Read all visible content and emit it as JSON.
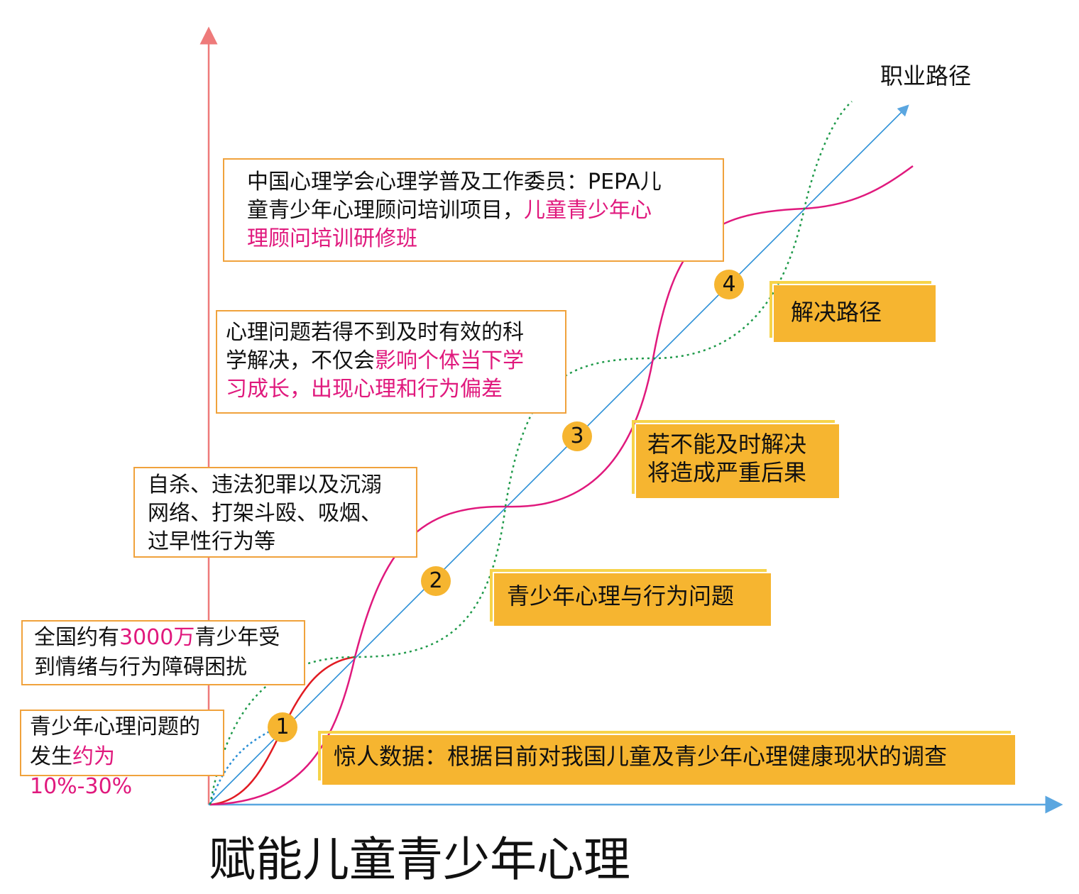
{
  "title": "赋能儿童青少年心理",
  "axis_label": "职业路径",
  "colors": {
    "pink": "#e0197d",
    "red": "#e11b22",
    "green": "#1f9a4a",
    "blue": "#2a8fd6",
    "orange": "#f0a23c",
    "yellow": "#f6b530"
  },
  "boxes": {
    "b1": {
      "line1": "青少年心理问题的",
      "line2a": "发生",
      "line2b": "约为10%-30%"
    },
    "b2": {
      "line1a": "全国约有",
      "line1b": "3000万",
      "line1c": "青少年受",
      "line2": "到情绪与行为障碍困扰"
    },
    "b3": {
      "line1": "自杀、违法犯罪以及沉溺",
      "line2": "网络、打架斗殴、吸烟、",
      "line3": "过早性行为等"
    },
    "b4": {
      "line1": "心理问题若得不到及时有效的科",
      "line2a": "学解决，不仅会",
      "line2b": "影响个体当下学",
      "line3": "习成长，出现心理和行为偏差"
    },
    "b5": {
      "line1": "中国心理学会心理学普及工作委员：PEPA儿",
      "line2a": "童青少年心理顾问培训项目，",
      "line2b": "儿童青少年心",
      "line3": "理顾问培训研修班"
    }
  },
  "yellow_boxes": {
    "y1": "惊人数据：根据目前对我国儿童及青少年心理健康现状的调查",
    "y2": "青少年心理与行为问题",
    "y3a": "若不能及时解决",
    "y3b": "将造成严重后果",
    "y4": "解决路径"
  },
  "badges": [
    "1",
    "2",
    "3",
    "4"
  ]
}
